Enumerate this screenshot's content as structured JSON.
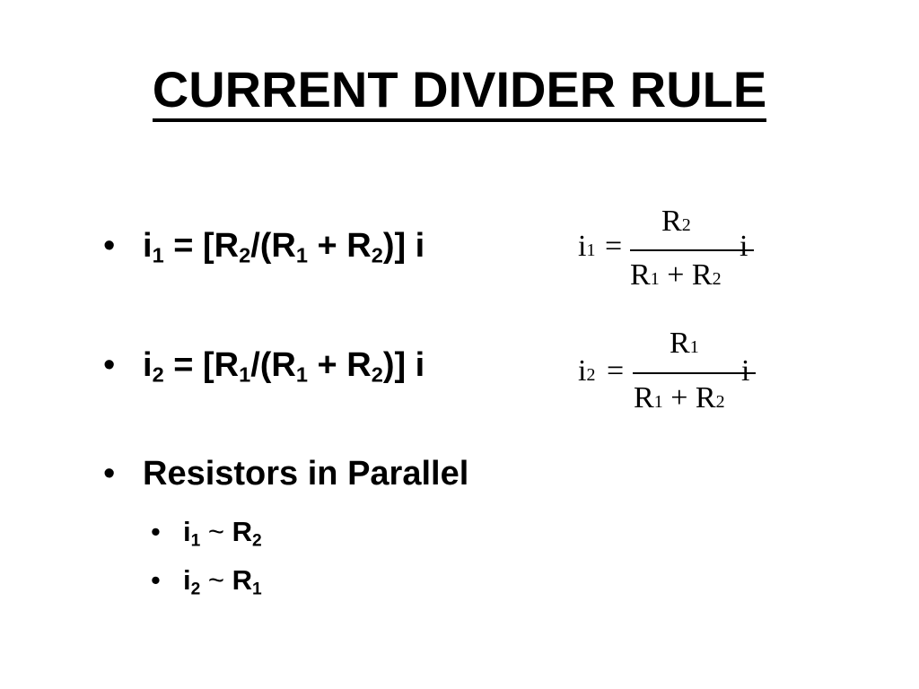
{
  "title": "CURRENT DIVIDER RULE",
  "bullet_char": "•",
  "bullets": [
    {
      "i": "i",
      "i_sub": "1",
      "p1": " = [R",
      "s1": "2",
      "p2": "/(R",
      "s2": "1",
      "p3": " + R",
      "s3": "2",
      "p4": ")] i"
    },
    {
      "i": "i",
      "i_sub": "2",
      "p1": " = [R",
      "s1": "1",
      "p2": "/(R",
      "s2": "1",
      "p3": " + R",
      "s3": "2",
      "p4": ")] i"
    },
    {
      "text": "Resistors in Parallel"
    }
  ],
  "sub_bullets": [
    {
      "i": "i",
      "i_sub": "1",
      "tilde": " ~ ",
      "r": "R",
      "r_sub": "2"
    },
    {
      "i": "i",
      "i_sub": "2",
      "tilde": " ~ ",
      "r": "R",
      "r_sub": "1"
    }
  ],
  "equations": [
    {
      "lhs": "i",
      "lhs_sub": "1",
      "eq": "=",
      "num": "R",
      "num_sub": "2",
      "den_a": "R",
      "den_a_sub": "1",
      "plus": "+",
      "den_b": "R",
      "den_b_sub": "2",
      "rhs": "i"
    },
    {
      "lhs": "i",
      "lhs_sub": "2",
      "eq": "=",
      "num": "R",
      "num_sub": "1",
      "den_a": "R",
      "den_a_sub": "1",
      "plus": "+",
      "den_b": "R",
      "den_b_sub": "2",
      "rhs": "i"
    }
  ]
}
